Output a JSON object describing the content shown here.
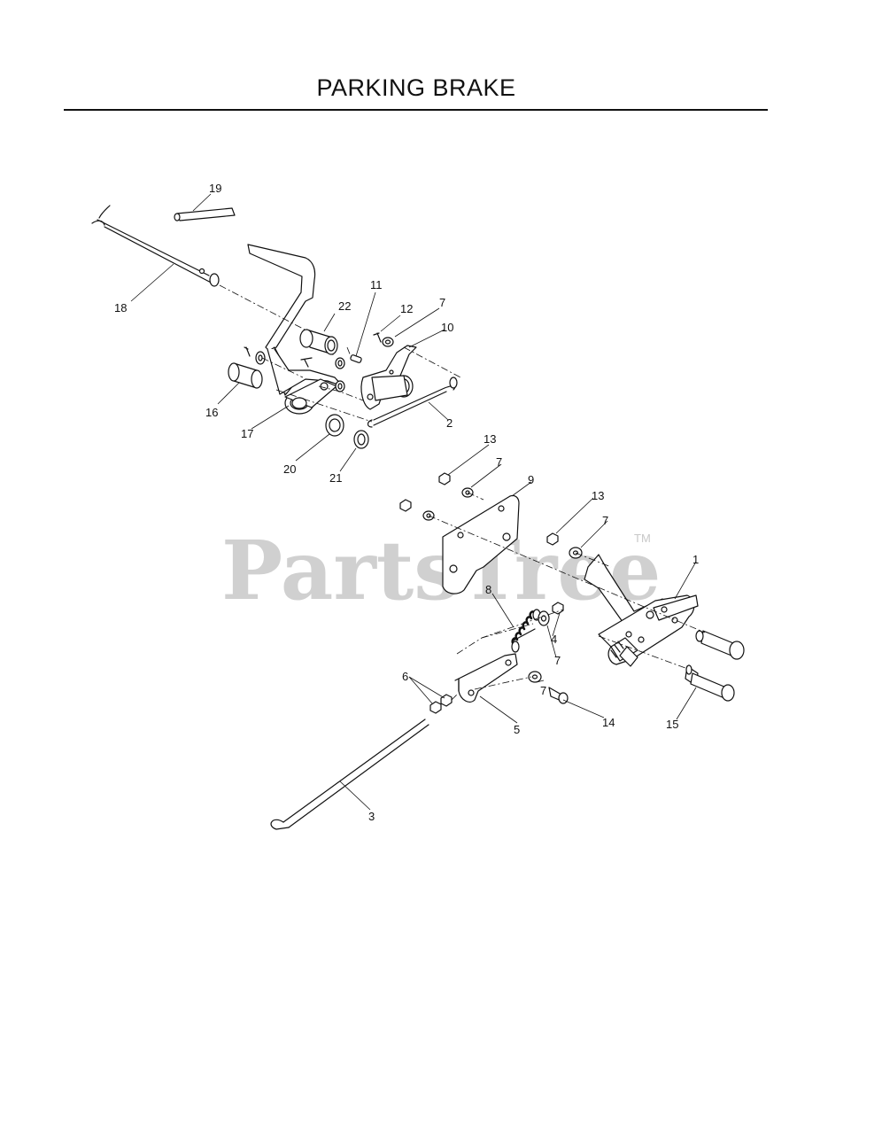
{
  "title": "PARKING BRAKE",
  "watermark": {
    "text": "PartsTree",
    "mark": "TM"
  },
  "callouts": [
    "19",
    "18",
    "11",
    "22",
    "12",
    "7",
    "10",
    "16",
    "17",
    "2",
    "20",
    "21",
    "13",
    "7",
    "9",
    "13",
    "7",
    "1",
    "8",
    "4",
    "7",
    "6",
    "5",
    "7",
    "14",
    "15",
    "3"
  ],
  "colors": {
    "line": "#111111",
    "watermark": "#d0d0d0"
  }
}
